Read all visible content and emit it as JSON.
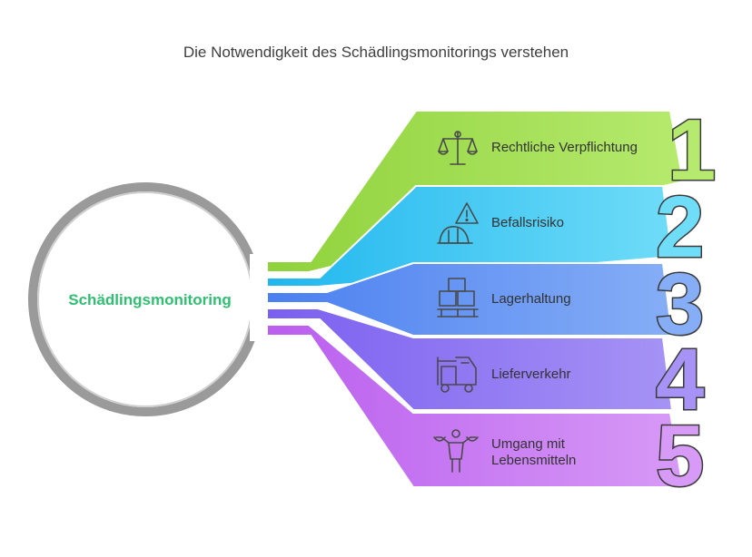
{
  "title": "Die Notwendigkeit des Schädlingsmonitorings verstehen",
  "center": {
    "label": "Schädlingsmonitoring",
    "color": "#2fbf71"
  },
  "items": [
    {
      "number": "1",
      "lines": [
        "Rechtliche Verpflichtung"
      ],
      "icon": "scales-icon",
      "color": "#a4e05a",
      "numColor": "#a4e05a"
    },
    {
      "number": "2",
      "lines": [
        "Befallsrisiko"
      ],
      "icon": "warning-icon",
      "color": "#3fc7f2",
      "numColor": "#3fc7f2"
    },
    {
      "number": "3",
      "lines": [
        "Lagerhaltung"
      ],
      "icon": "boxes-icon",
      "color": "#5b8ff2",
      "numColor": "#5b8ff2"
    },
    {
      "number": "4",
      "lines": [
        "Lieferverkehr"
      ],
      "icon": "truck-icon",
      "color": "#8a73f0",
      "numColor": "#8a73f0"
    },
    {
      "number": "5",
      "lines": [
        "Umgang mit",
        "Lebensmitteln"
      ],
      "icon": "food-handling-icon",
      "color": "#c874f0",
      "numColor": "#c874f0"
    }
  ]
}
